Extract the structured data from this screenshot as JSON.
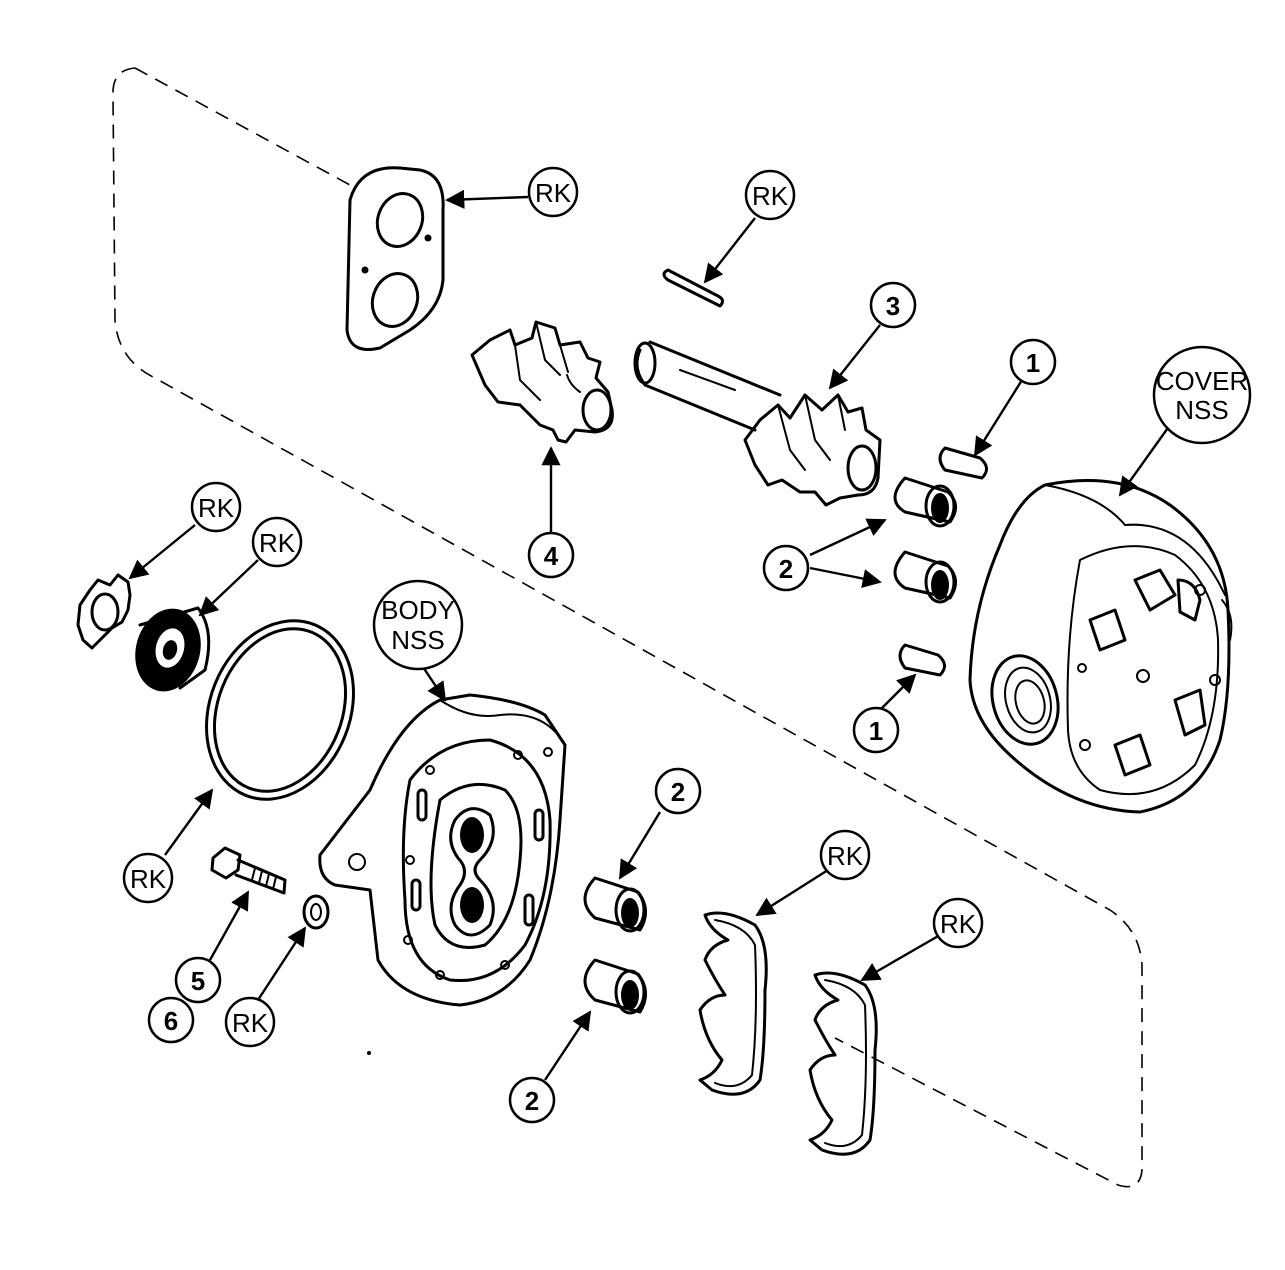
{
  "callouts": {
    "rk_gasket_top": "RK",
    "rk_key": "RK",
    "rk_lockwasher": "RK",
    "rk_seal": "RK",
    "rk_oring": "RK",
    "rk_washer": "RK",
    "rk_seal_1": "RK",
    "rk_seal_2": "RK",
    "cover_line1": "COVER",
    "cover_line2": "NSS",
    "body_line1": "BODY",
    "body_line2": "NSS",
    "item_1_upper": "1",
    "item_1_lower": "1",
    "item_2_cover": "2",
    "item_2_body_upper": "2",
    "item_2_body_lower": "2",
    "item_3": "3",
    "item_4": "4",
    "item_5": "5",
    "item_6": "6"
  }
}
